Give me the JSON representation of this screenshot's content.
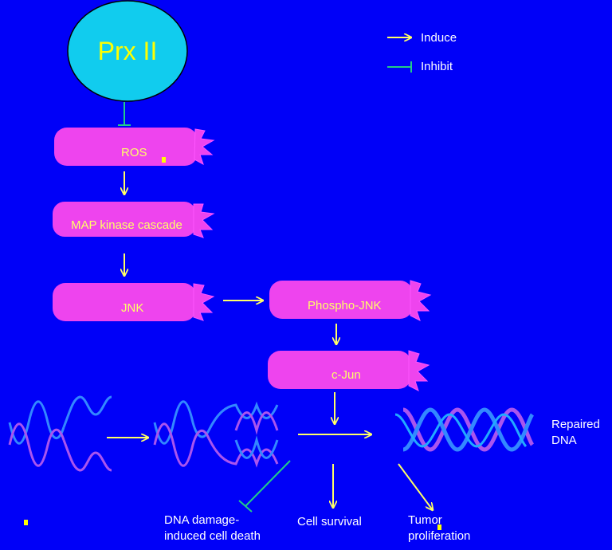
{
  "legend": {
    "induce_label": "Induce",
    "inhibit_label": "Inhibit"
  },
  "nodes": {
    "prx": "Prx II",
    "ros": "ROS",
    "map": "MAP kinase cascade",
    "jnk": "JNK",
    "phospho": "Phospho-JNK",
    "cjun": "c-Jun"
  },
  "outcomes": {
    "repaired": [
      "Repaired",
      "DNA"
    ],
    "death": [
      "DNA damage-",
      "induced cell death"
    ],
    "survival": "Cell survival",
    "tumor": [
      "Tumor",
      "proliferation"
    ]
  },
  "colors": {
    "background": "#0000f8",
    "node_fill": "#ee44ee",
    "ellipse_fill": "#11ccee",
    "induce_arrow": "#ffff66",
    "inhibit_arrow": "#22cc88",
    "node_text": "#ffff66",
    "dna_blue": "#3388ff",
    "dna_purple": "#aa55ee"
  }
}
